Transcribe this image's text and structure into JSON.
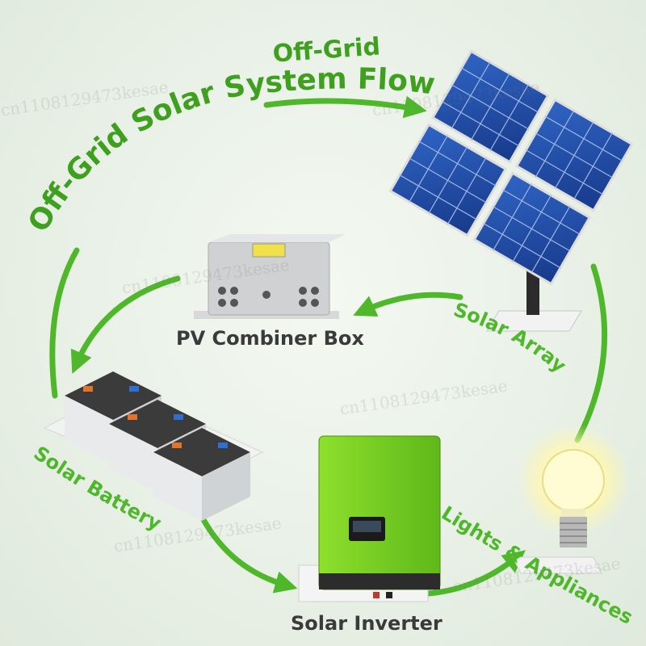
{
  "diagram": {
    "title_line1": "Off-Grid",
    "title_line2": "Off-Grid Solar System Flow",
    "components": {
      "solar_array": "Solar Array",
      "combiner_box": "PV Combiner Box",
      "battery": "Solar Battery",
      "inverter": "Solar Inverter",
      "loads": "Lights & Appliances"
    },
    "watermark": "cn1108129473kesae"
  },
  "colors": {
    "arrow_green": "#4fb82a",
    "title_green": "#3f9f1e",
    "inverter_green": "#7ed321",
    "panel_blue": "#1f4ea8",
    "label_dark": "#3a3a3a"
  }
}
